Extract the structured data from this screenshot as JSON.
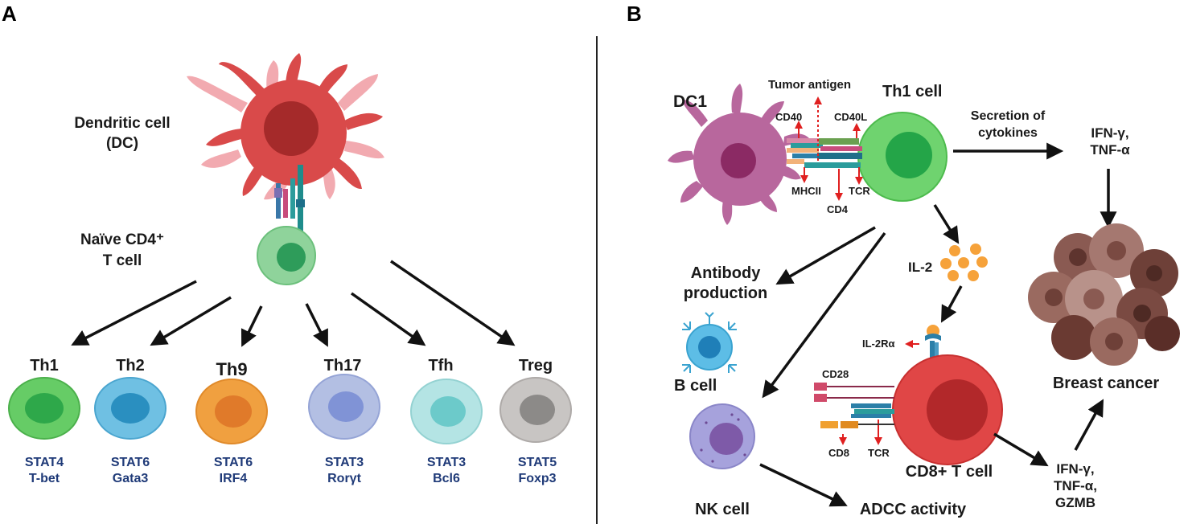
{
  "panel_a": {
    "letter": "A",
    "dc_label_1": "Dendritic cell",
    "dc_label_2": "(DC)",
    "naive_label_1": "Naïve CD4⁺",
    "naive_label_2": "T cell",
    "subsets": [
      {
        "name": "Th1",
        "tf1": "STAT4",
        "tf2": "T-bet",
        "color": "#66cc66",
        "nucleus": "#2ea84a"
      },
      {
        "name": "Th2",
        "tf1": "STAT6",
        "tf2": "Gata3",
        "color": "#6fc0e3",
        "nucleus": "#2a8fc0"
      },
      {
        "name": "Th9",
        "tf1": "STAT6",
        "tf2": "IRF4",
        "color": "#f0a040",
        "nucleus": "#e07a2a"
      },
      {
        "name": "Th17",
        "tf1": "STAT3",
        "tf2": "Rorγt",
        "color": "#b3bfe3",
        "nucleus": "#8093d6"
      },
      {
        "name": "Tfh",
        "tf1": "STAT3",
        "tf2": "Bcl6",
        "color": "#b4e4e4",
        "nucleus": "#6ccaca"
      },
      {
        "name": "Treg",
        "tf1": "STAT5",
        "tf2": "Foxp3",
        "color": "#c8c5c3",
        "nucleus": "#8c8a88"
      }
    ]
  },
  "panel_b": {
    "letter": "B",
    "dc1": "DC1",
    "tumor_antigen": "Tumor antigen",
    "th1_cell": "Th1 cell",
    "cd40": "CD40",
    "cd40l": "CD40L",
    "mhcii": "MHCII",
    "tcr": "TCR",
    "cd4": "CD4",
    "secretion_1": "Secretion of",
    "secretion_2": "cytokines",
    "cytokines_1": "IFN-γ,",
    "cytokines_2": "TNF-α",
    "antibody_1": "Antibody",
    "antibody_2": "production",
    "b_cell": "B cell",
    "il2": "IL-2",
    "il2ra": "IL-2Rα",
    "cd28": "CD28",
    "cd8": "CD8",
    "tcr2": "TCR",
    "cd8_tcell": "CD8+ T cell",
    "nk_cell": "NK cell",
    "adcc": "ADCC activity",
    "out_1": "IFN-γ,",
    "out_2": "TNF-α,",
    "out_3": "GZMB",
    "breast_cancer": "Breast cancer"
  },
  "colors": {
    "dc_red": "#d94a4a",
    "dc_pink": "#f2aab0",
    "dc1_purple": "#b8679d",
    "th1_green": "#6fd36f",
    "cd8_red": "#e04646",
    "nk_purple": "#a6a2dc",
    "bcell_blue": "#5dbde6",
    "il2_orange": "#f6a23a",
    "tf_text": "#1f3a78",
    "arrow": "#111111",
    "red_arrow": "#e02020",
    "tumor_brown": "#8a5a52"
  }
}
